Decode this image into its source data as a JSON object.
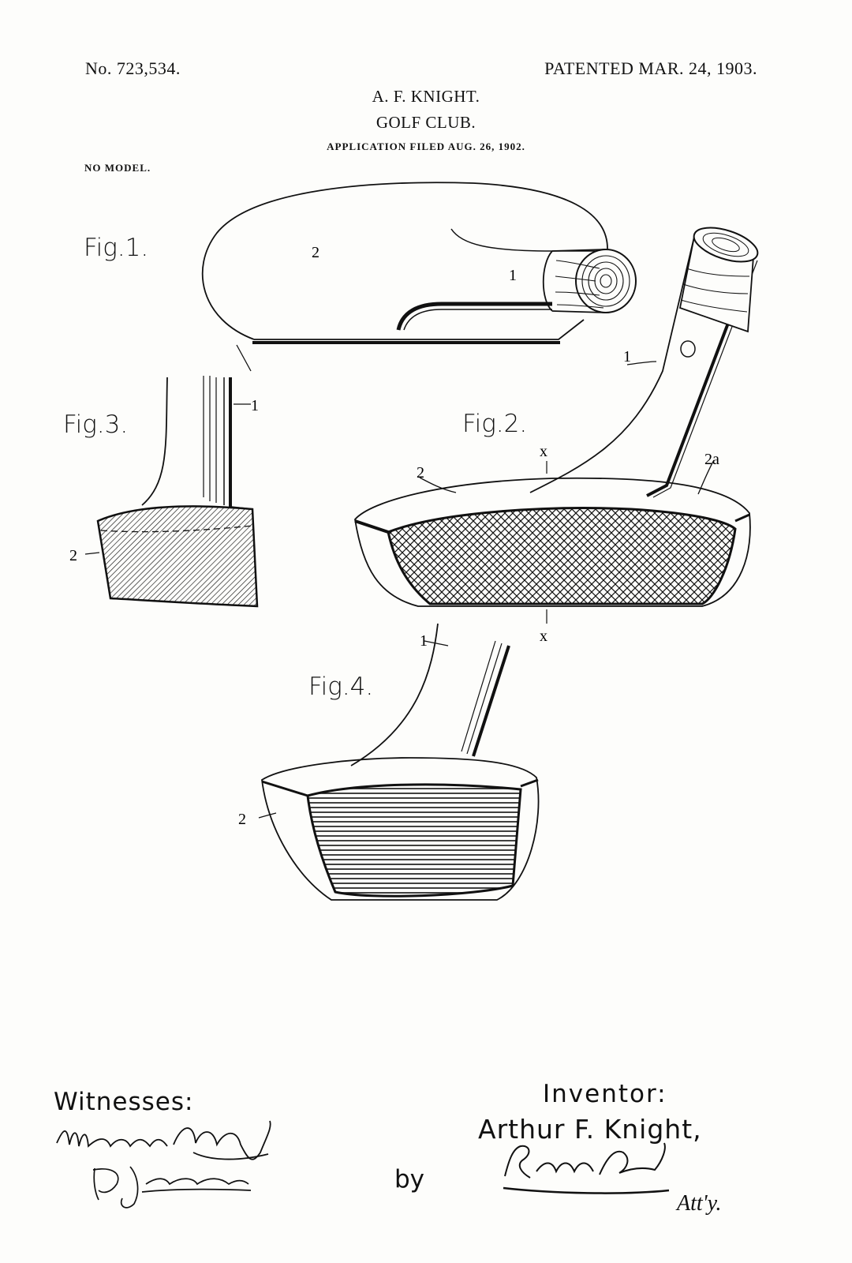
{
  "header": {
    "patent_number": "No. 723,534.",
    "patent_date": "PATENTED MAR. 24, 1903.",
    "inventor": "A. F. KNIGHT.",
    "title": "GOLF CLUB.",
    "application_filed": "APPLICATION FILED AUG. 26, 1902.",
    "no_model": "NO MODEL."
  },
  "figures": {
    "fig1": "Fig.1.",
    "fig2": "Fig.2.",
    "fig3": "Fig.3.",
    "fig4": "Fig.4."
  },
  "reference_numerals": {
    "shaft": "1",
    "head": "2",
    "head_variant": "2a",
    "section_mark": "x"
  },
  "footer": {
    "witnesses_label": "Witnesses:",
    "witness_1_signature": "Marcus L. Byng",
    "witness_2_signature": "A. J. Edwards",
    "inventor_label": "Inventor:",
    "inventor_name": "Arthur F. Knight,",
    "by_label": "by",
    "attorney_signature": "Ross H. Read",
    "attorney_label": "Att'y."
  },
  "colors": {
    "ink": "#111111",
    "paper": "#fdfdfb"
  }
}
